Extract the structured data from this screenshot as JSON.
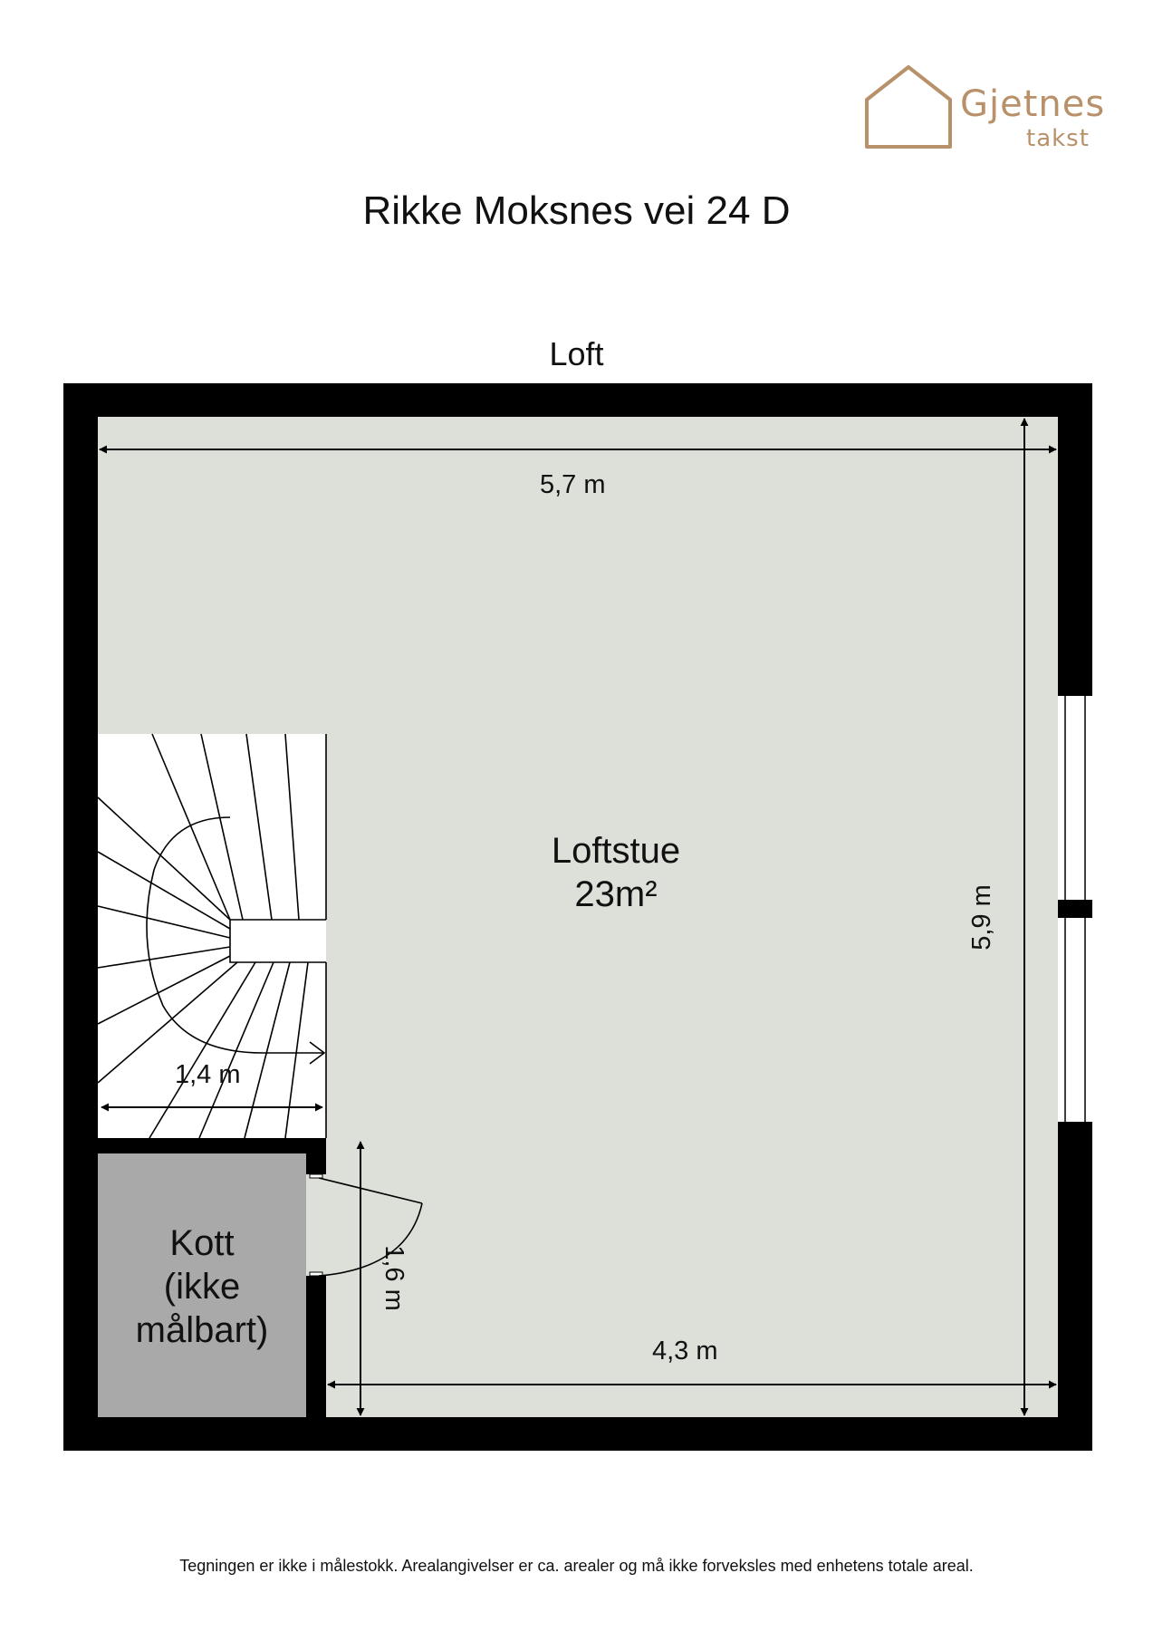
{
  "logo": {
    "brand": "Gjetnes",
    "sub": "takst",
    "color": "#b8916a"
  },
  "address": "Rikke Moksnes vei 24 D",
  "floor_name": "Loft",
  "rooms": {
    "main": {
      "name": "Loftstue",
      "area": "23m²",
      "color": "#dce0d9"
    },
    "closet": {
      "name_lines": [
        "Kott",
        "(ikke",
        "målbart)"
      ],
      "color": "#a9a9a9"
    }
  },
  "dimensions": {
    "top_width": "5,7 m",
    "right_height": "5,9 m",
    "bottom_width": "4,3 m",
    "stair_width": "1,4 m",
    "inner_height": "1,6 m"
  },
  "wall_color": "#000000",
  "footer": "Tegningen er ikke i målestokk. Arealangivelser er ca. arealer og må ikke forveksles med enhetens totale areal."
}
